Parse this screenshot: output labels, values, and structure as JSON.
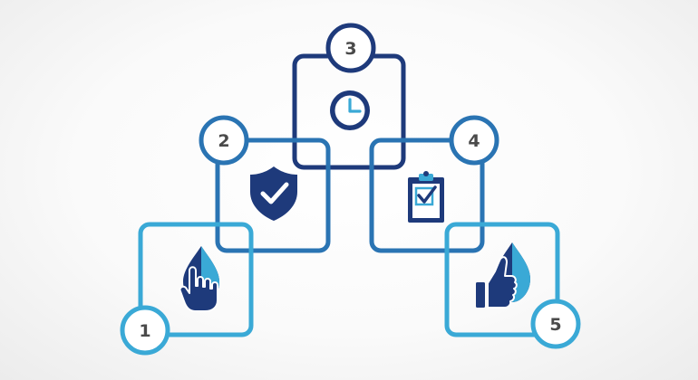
{
  "steps": [
    {
      "number": "1",
      "icon": "hand-drop-icon",
      "color": "#3aa9d6"
    },
    {
      "number": "2",
      "icon": "shield-check-icon",
      "color": "#2a74b3"
    },
    {
      "number": "3",
      "icon": "clock-icon",
      "color": "#1f3f84"
    },
    {
      "number": "4",
      "icon": "clipboard-check-icon",
      "color": "#2a74b3"
    },
    {
      "number": "5",
      "icon": "thumbs-up-drop-icon",
      "color": "#3aa9d6"
    }
  ],
  "colors": {
    "dark_navy": "#1e3a7b",
    "mid_blue": "#2a74b3",
    "light_blue": "#3aa9d6",
    "number_text": "#4a4a4a"
  }
}
